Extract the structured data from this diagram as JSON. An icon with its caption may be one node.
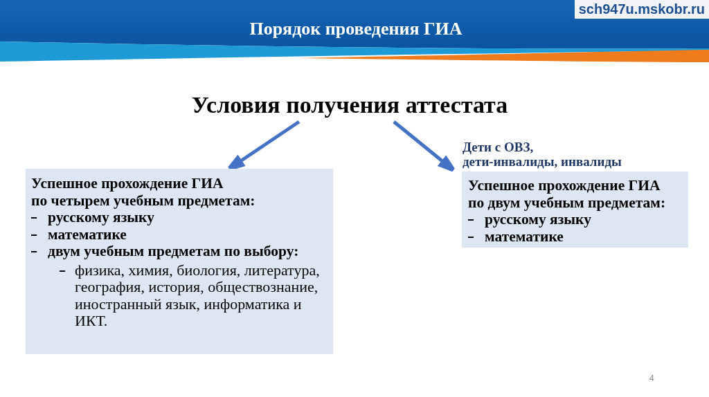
{
  "diagram": {
    "title": "Порядок проведения ГИА",
    "nodes": [
      {
        "text": [
          "Условия получения аттестата"
        ]
      },
      {
        "text": [
          "Успешное прохождение ГИА",
          "по четырем учебным предметам:",
          "русскому языку",
          "математике",
          "двум учебным предметам по выбору:",
          "физика, химия, биология, литература, география, история, обществознание, иностранный язык, информатика и ИКТ."
        ]
      },
      {
        "text": [
          "Дети с ОВЗ,",
          "дети-инвалиды, инвалиды",
          "Успешное прохождение ГИА",
          "по двум учебным предметам:",
          "русскому языку",
          "математике"
        ]
      }
    ],
    "edges": [
      {
        "from": 0,
        "to": 1,
        "arrow": "to"
      },
      {
        "from": 0,
        "to": 2,
        "arrow": "to"
      }
    ],
    "labels": [
      "sch947u.mskobr.ru",
      "4"
    ]
  }
}
